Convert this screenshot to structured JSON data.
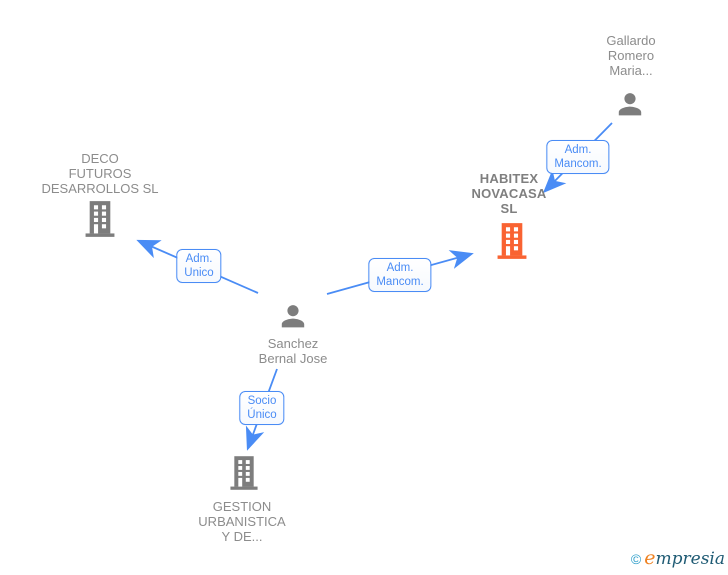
{
  "diagram": {
    "nodes": {
      "gallardo": {
        "type": "person",
        "lines": [
          "Gallardo",
          "Romero",
          "Maria..."
        ]
      },
      "deco": {
        "type": "company",
        "lines": [
          "DECO",
          "FUTUROS",
          "DESARROLLOS SL"
        ]
      },
      "habitex": {
        "type": "company",
        "highlighted": true,
        "lines": [
          "HABITEX",
          "NOVACASA",
          "SL"
        ]
      },
      "sanchez": {
        "type": "person",
        "lines": [
          "Sanchez",
          "Bernal Jose"
        ]
      },
      "gestion": {
        "type": "company",
        "lines": [
          "GESTION",
          "URBANISTICA",
          "Y DE..."
        ]
      }
    },
    "edge_labels": {
      "adm_mancom_top": {
        "lines": [
          "Adm.",
          "Mancom."
        ]
      },
      "adm_unico": {
        "lines": [
          "Adm.",
          "Unico"
        ]
      },
      "adm_mancom_mid": {
        "lines": [
          "Adm.",
          "Mancom."
        ]
      },
      "socio_unico": {
        "lines": [
          "Socio",
          "Único"
        ]
      }
    },
    "colors": {
      "edge_blue": "#4a8cf5",
      "icon_gray": "#7d7d7d",
      "highlight_orange": "#f96332",
      "node_text_gray": "#8c8c8c"
    }
  },
  "footer": {
    "copyright": "©",
    "brand_initial": "e",
    "brand_rest": "mpresia"
  }
}
